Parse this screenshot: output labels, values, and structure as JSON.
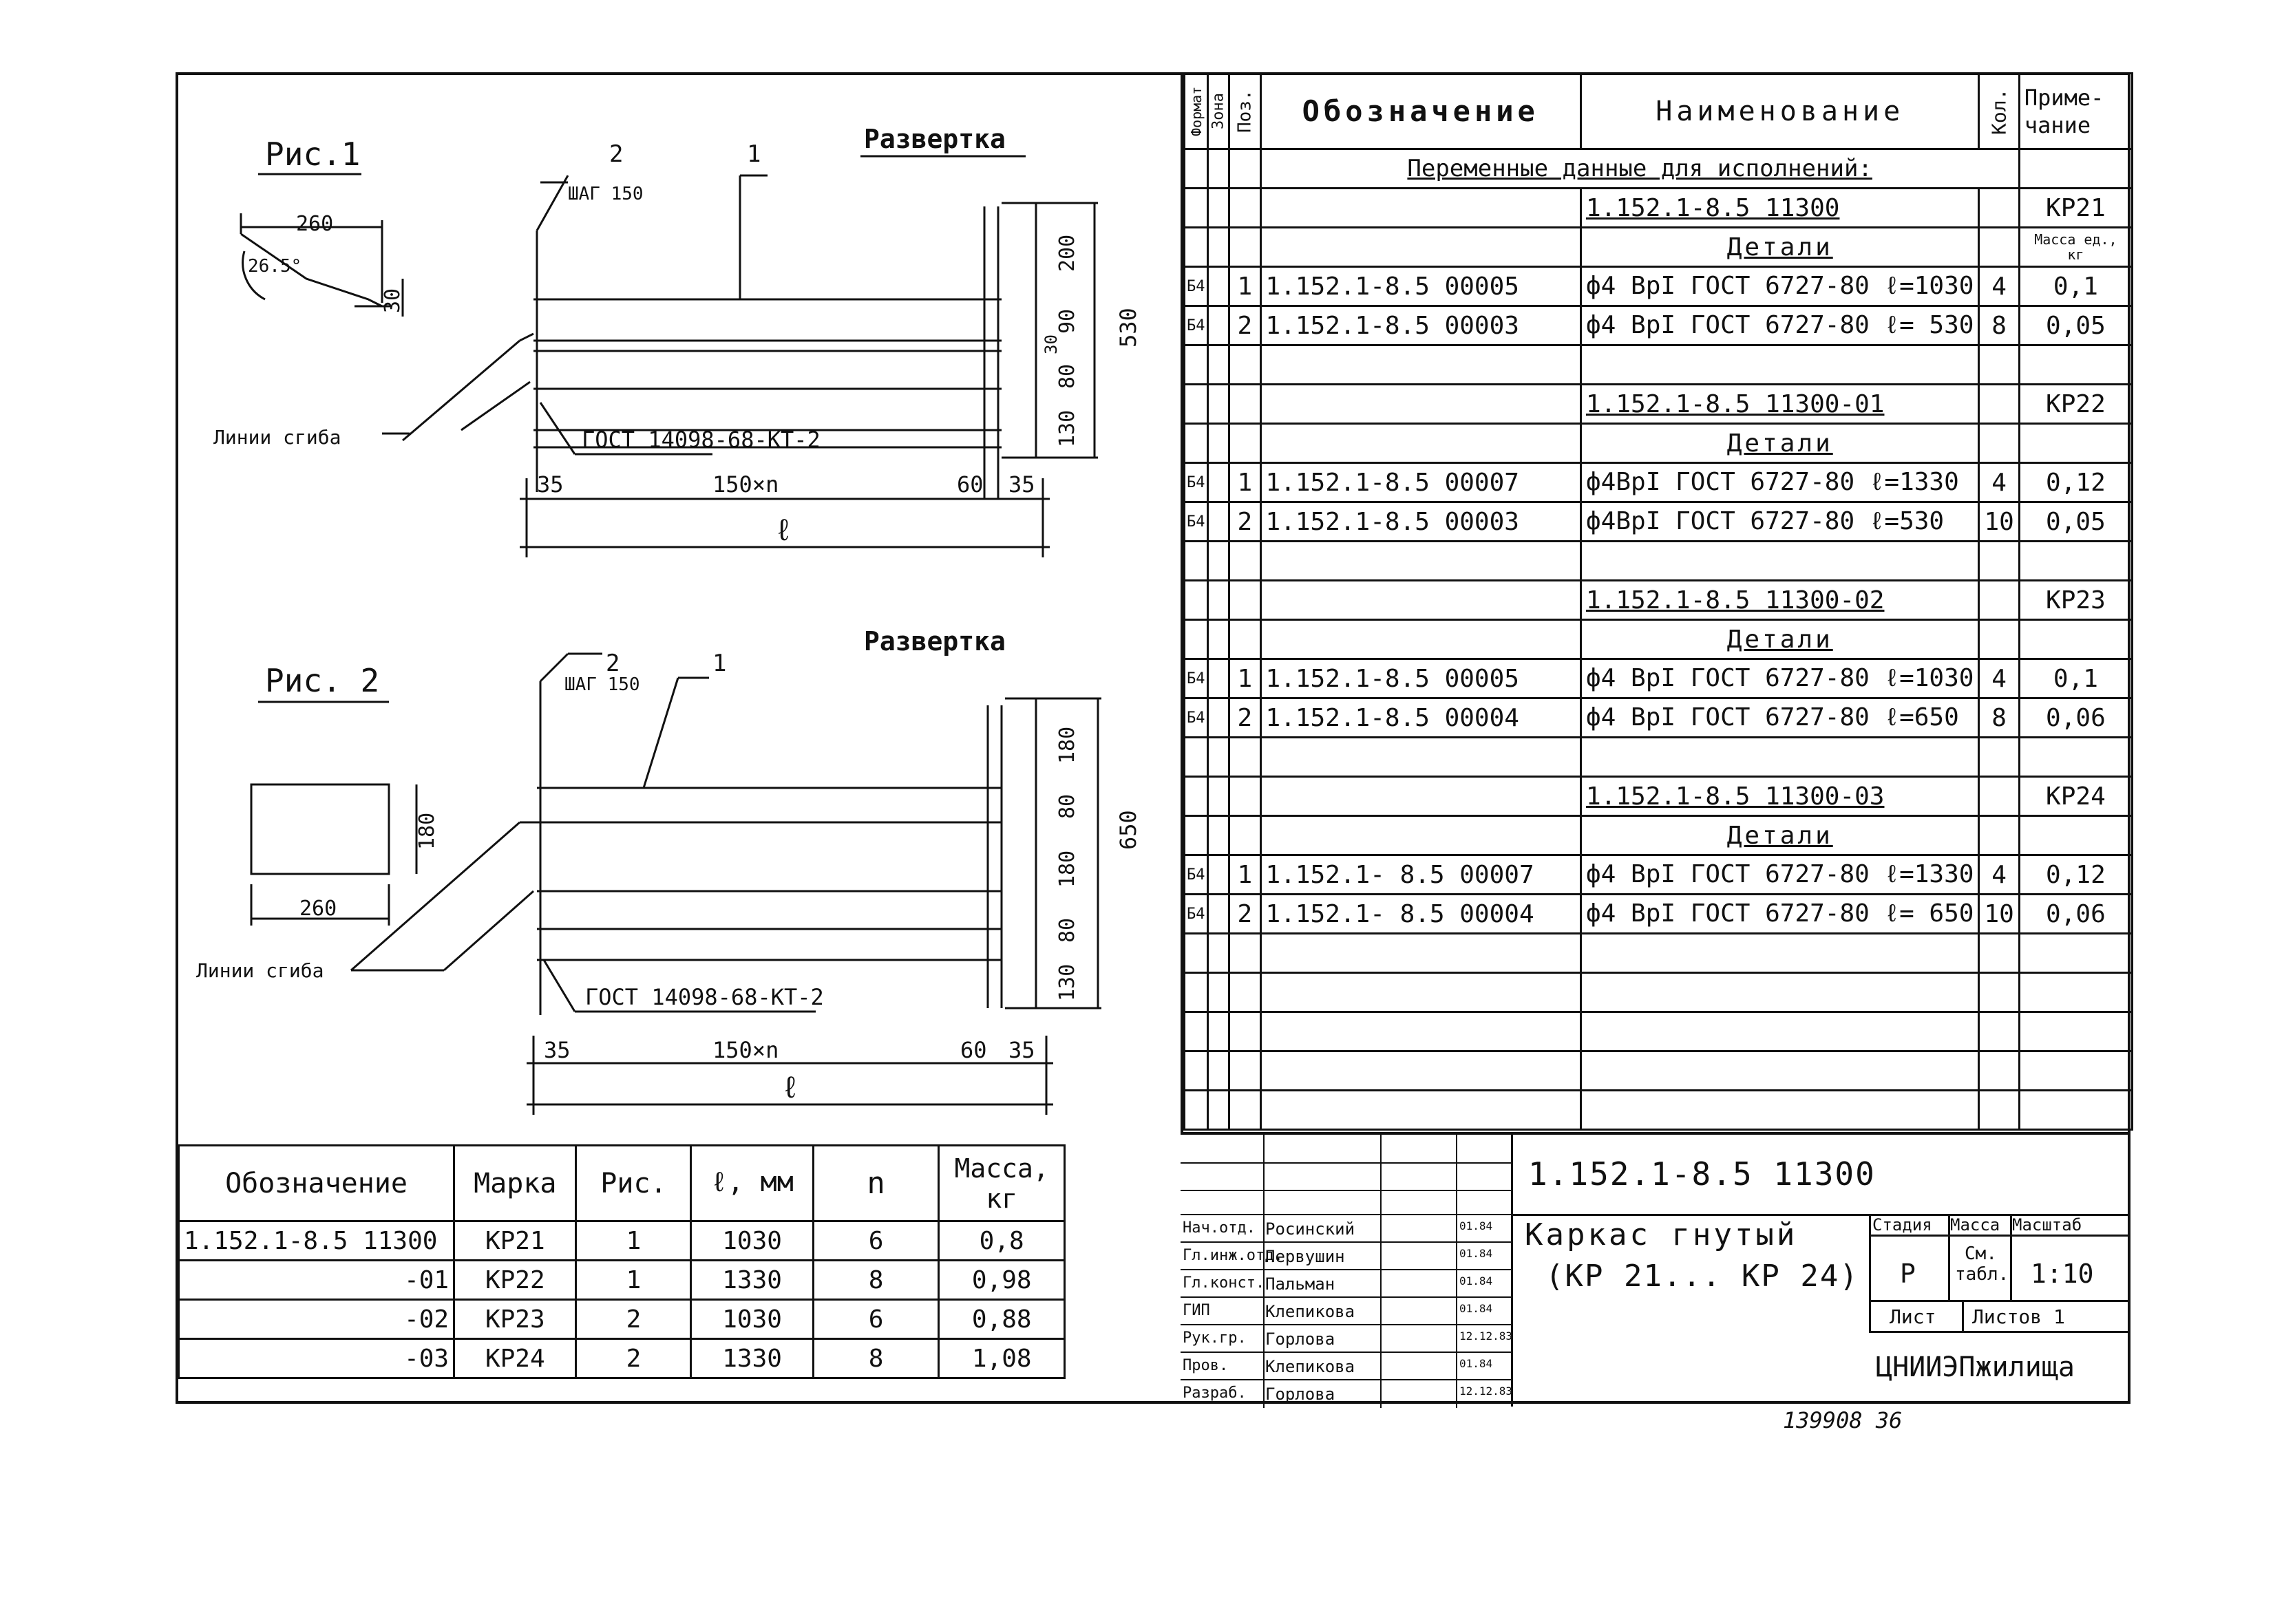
{
  "left": {
    "fig1": {
      "title": "Рис.1",
      "razvertka": "Развертка",
      "dim_260": "260",
      "angle": "26.5°",
      "dim_30": "30",
      "lines_label": "Линии сгиба",
      "callout_2": "2",
      "callout_1": "1",
      "shag": "ШАГ 150",
      "gost": "ГОСТ 14098-68-КТ-2",
      "dim_35a": "35",
      "dim_150n": "150×n",
      "dim_60": "60",
      "dim_35b": "35",
      "dim_l": "ℓ",
      "v_200": "200",
      "v_90": "90",
      "v_30": "30",
      "v_80": "80",
      "v_130": "130",
      "v_530": "530"
    },
    "fig2": {
      "title": "Рис. 2",
      "razvertka": "Развертка",
      "dim_180": "180",
      "dim_260": "260",
      "lines_label": "Линии сгиба",
      "callout_2": "2",
      "callout_1": "1",
      "shag": "ШАГ 150",
      "gost": "ГОСТ 14098-68-КТ-2",
      "dim_35a": "35",
      "dim_150n": "150×n",
      "dim_60": "60",
      "dim_35b": "35",
      "dim_l": "ℓ",
      "v_180a": "180",
      "v_80a": "80",
      "v_180b": "180",
      "v_80b": "80",
      "v_130": "130",
      "v_650": "650"
    },
    "table": {
      "headers": [
        "Обозначение",
        "Марка",
        "Рис.",
        "ℓ, мм",
        "n",
        "Масса, кг"
      ],
      "rows": [
        [
          "1.152.1-8.5    11300",
          "КР21",
          "1",
          "1030",
          "6",
          "0,8"
        ],
        [
          "-01",
          "КР22",
          "1",
          "1330",
          "8",
          "0,98"
        ],
        [
          "-02",
          "КР23",
          "2",
          "1030",
          "6",
          "0,88"
        ],
        [
          "-03",
          "КР24",
          "2",
          "1330",
          "8",
          "1,08"
        ]
      ]
    }
  },
  "spec": {
    "headers": {
      "format": "Формат",
      "zona": "Зона",
      "poz": "Поз.",
      "oboznachenie": "Обозначение",
      "naimenovanie": "Наименование",
      "kol": "Кол.",
      "primechanie": "Приме-чание"
    },
    "variable": "Переменные данные для исполнений:",
    "massa_ed": "Масса ед., кг",
    "rows": [
      {
        "name": "1.152.1-8.5    11300",
        "note": "КР21"
      },
      {
        "name": "Детали"
      },
      {
        "fmt": "Б4",
        "poz": "1",
        "oboz": "1.152.1-8.5      00005",
        "name": "ф4 ВрI  ГОСТ 6727-80 ℓ=1030",
        "kol": "4",
        "note": "0,1"
      },
      {
        "fmt": "Б4",
        "poz": "2",
        "oboz": "1.152.1-8.5      00003",
        "name": "ф4 ВрI  ГОСТ 6727-80 ℓ= 530",
        "kol": "8",
        "note": "0,05"
      },
      {},
      {
        "name": "1.152.1-8.5    11300-01",
        "note": "КР22"
      },
      {
        "name": "Детали"
      },
      {
        "fmt": "Б4",
        "poz": "1",
        "oboz": "1.152.1-8.5      00007",
        "name": "ф4ВрI ГОСТ 6727-80 ℓ=1330",
        "kol": "4",
        "note": "0,12"
      },
      {
        "fmt": "Б4",
        "poz": "2",
        "oboz": "1.152.1-8.5      00003",
        "name": "ф4ВрI ГОСТ 6727-80 ℓ=530",
        "kol": "10",
        "note": "0,05"
      },
      {},
      {
        "name": "1.152.1-8.5   11300-02",
        "note": "КР23"
      },
      {
        "name": "Детали"
      },
      {
        "fmt": "Б4",
        "poz": "1",
        "oboz": "1.152.1-8.5      00005",
        "name": "ф4 ВрI ГОСТ 6727-80 ℓ=1030",
        "kol": "4",
        "note": "0,1"
      },
      {
        "fmt": "Б4",
        "poz": "2",
        "oboz": "1.152.1-8.5      00004",
        "name": "ф4 ВрI ГОСТ 6727-80 ℓ=650",
        "kol": "8",
        "note": "0,06"
      },
      {},
      {
        "name": "1.152.1-8.5  11300-03",
        "note": "КР24"
      },
      {
        "name": "Детали"
      },
      {
        "fmt": "Б4",
        "poz": "1",
        "oboz": "1.152.1- 8.5      00007",
        "name": "ф4 ВрI ГОСТ 6727-80 ℓ=1330",
        "kol": "4",
        "note": "0,12"
      },
      {
        "fmt": "Б4",
        "poz": "2",
        "oboz": "1.152.1- 8.5      00004",
        "name": "ф4 ВрI ГОСТ 6727-80 ℓ= 650",
        "kol": "10",
        "note": "0,06"
      }
    ]
  },
  "title_block": {
    "code": "1.152.1-8.5  11300",
    "title_line1": "Каркас гнутый",
    "title_line2": "(КР 21... КР 24)",
    "stadiya": "Стадия",
    "massa": "Масса",
    "masshtab": "Масштаб",
    "stadiya_val": "Р",
    "massa_val": "См. табл.",
    "masshtab_val": "1:10",
    "list": "Лист",
    "listov": "Листов 1",
    "org": "ЦНИИЭПжилища",
    "people": [
      {
        "role": "Нач.отд.",
        "name": "Росинский",
        "date": "01.84"
      },
      {
        "role": "Гл.инж.отд.",
        "name": "Первушин",
        "date": "01.84"
      },
      {
        "role": "Гл.конст.",
        "name": "Пальман",
        "date": "01.84"
      },
      {
        "role": "ГИП",
        "name": "Клепикова",
        "date": "01.84"
      },
      {
        "role": "Рук.гр.",
        "name": "Горлова",
        "date": "12.12.83"
      },
      {
        "role": "Пров.",
        "name": "Клепикова",
        "date": "01.84"
      },
      {
        "role": "Разраб.",
        "name": "Горлова",
        "date": "12.12.83"
      }
    ]
  },
  "footer": "139908   36"
}
